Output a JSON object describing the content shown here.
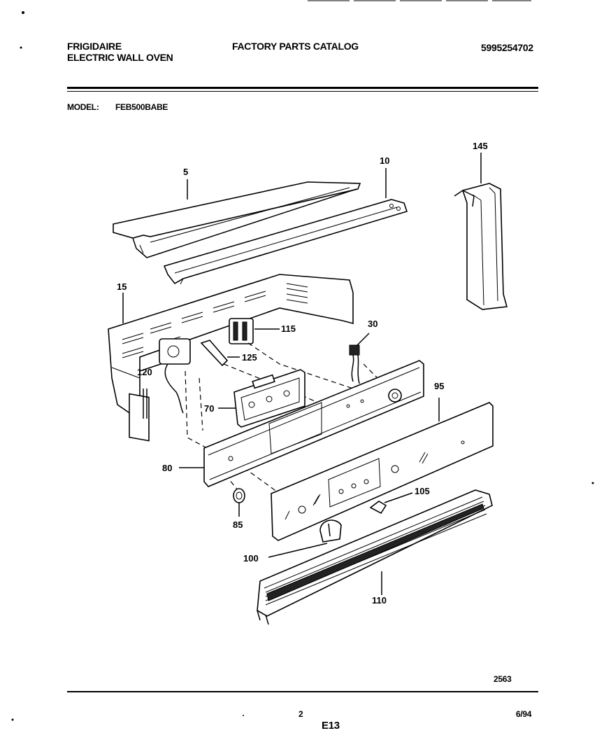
{
  "header": {
    "brand": "FRIGIDAIRE",
    "product": "ELECTRIC WALL OVEN",
    "catalog_title": "FACTORY PARTS CATALOG",
    "catalog_number": "5995254702"
  },
  "model": {
    "label": "MODEL:",
    "value": "FEB500BABE"
  },
  "callouts": [
    "5",
    "10",
    "145",
    "15",
    "115",
    "30",
    "120",
    "125",
    "70",
    "95",
    "80",
    "105",
    "85",
    "100",
    "110"
  ],
  "figure_number": "2563",
  "footer": {
    "page_number": "2",
    "section_code": "E13",
    "date": "6/94"
  }
}
